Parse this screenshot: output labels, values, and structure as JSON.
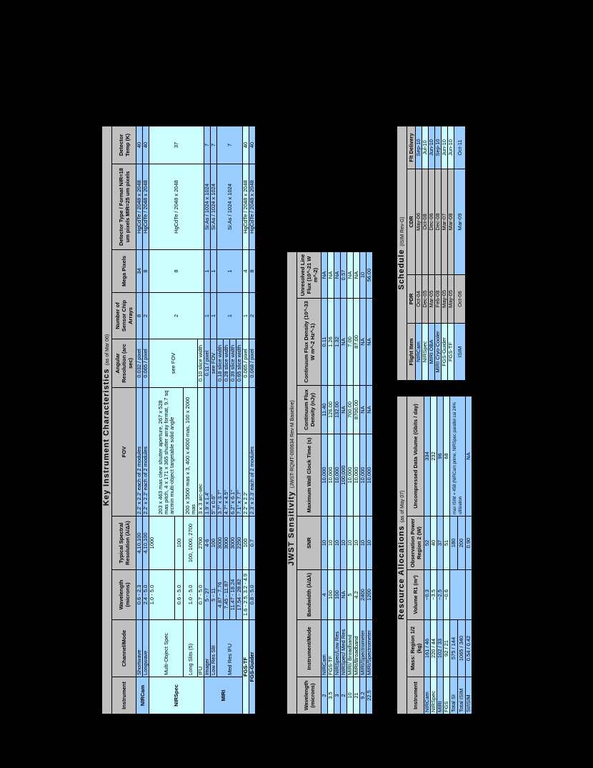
{
  "key_instruments": {
    "title": "Key Instrument Characteristics",
    "subtitle": "(as of Mar 06)",
    "headers": [
      "Instrument",
      "Channel/Mode",
      "Wavelength (microns)",
      "Typical Spectral Resolution (λ/Δλ)",
      "FOV",
      "Angular Resolution (arc sec)",
      "Number of Sensor Chip Arrays",
      "Mega Pixels",
      "Detector Type / Format NIR=18 um pixels MIR=25 um pixels",
      "Detector Temp (K)"
    ],
    "rows": [
      {
        "instrument": "NIRCam",
        "mode": "Shortwave",
        "wavelength": "0.6 - 2.3",
        "resolution": "4,10,100",
        "fov": "2.2' x 2.2' each of 2 modules",
        "angular": "0.032 / pixel",
        "arrays": "8",
        "mpix": "34",
        "detector": "HgCdTe / 2048 x 2048",
        "temp": "40"
      },
      {
        "instrument": "",
        "mode": "Longwave",
        "wavelength": "2.4 - 5.0",
        "resolution": "4,10,100",
        "fov": "2.2' x 2.2' each of 2 modules",
        "angular": "0.065 / pixel",
        "arrays": "2",
        "mpix": "8",
        "detector": "HgCdTe / 2048 x 2048",
        "temp": "40"
      },
      {
        "instrument": "NIRSpec",
        "mode": "Multi-Object Spec",
        "wavelength": "1.0 - 5.0",
        "resolution": "1000",
        "fov": "203 x 463 mas clear shutter aperture, 267 x 528 mas pitch, 4 x 171 x 365 shutter array format, 9.7 sq arcmin multi-object targetable solid angle",
        "angular": "see FOV",
        "arrays": "2",
        "mpix": "8",
        "detector": "HgCdTe / 2048 x 2048",
        "temp": "37"
      },
      {
        "instrument": "",
        "mode": "",
        "wavelength": "0.6 - 5.0",
        "resolution": "100",
        "fov": "",
        "angular": "",
        "arrays": "",
        "mpix": "",
        "detector": "",
        "temp": ""
      },
      {
        "instrument": "",
        "mode": "Long Slits (5)",
        "wavelength": "1.0 - 5.0",
        "resolution": "100, 1000, 2700",
        "fov": "200 x 3500 mas x 3,  400 x 4000 mas, 100 x 2000 mas",
        "angular": "",
        "arrays": "",
        "mpix": "",
        "detector": "",
        "temp": ""
      },
      {
        "instrument": "",
        "mode": "IFU",
        "wavelength": "0.7 - 5.0",
        "resolution": "2700",
        "fov": "3 x 3 arc-sec",
        "angular": "0.10 slice width",
        "arrays": "",
        "mpix": "",
        "detector": "",
        "temp": ""
      },
      {
        "instrument": "MIRI",
        "mode": "Imager",
        "wavelength": "5 - 27",
        "resolution": "4-6",
        "fov": "1.9' x 1.4'",
        "angular": "0.11 / pixel",
        "arrays": "1",
        "mpix": "1",
        "detector": "Si:As / 1024 x 1024",
        "temp": "7"
      },
      {
        "instrument": "",
        "mode": "Low Res Slit",
        "wavelength": "5 - 11",
        "resolution": "100",
        "fov": "5\" x 0.6\"",
        "angular": "see FOV",
        "arrays": "1",
        "mpix": "1",
        "detector": "Si:As / 1024 x 1024",
        "temp": "7"
      },
      {
        "instrument": "",
        "mode": "Med Res IFU",
        "wavelength": "4.87 - 7.76",
        "resolution": "3000",
        "fov": "3.7\" x 3.7\"",
        "angular": "0.18 slice width",
        "arrays": "1",
        "mpix": "1",
        "detector": "Si:As / 1024 x 1024",
        "temp": "7"
      },
      {
        "instrument": "",
        "mode": "",
        "wavelength": "7.45 - 11.87",
        "resolution": "3000",
        "fov": "4.7\" x 4.5\"",
        "angular": "0.28 slice width",
        "arrays": "",
        "mpix": "",
        "detector": "",
        "temp": ""
      },
      {
        "instrument": "",
        "mode": "",
        "wavelength": "11.47 - 18.24",
        "resolution": "3000",
        "fov": "6.2\" x 6.1\"",
        "angular": "0.39 slice width",
        "arrays": "",
        "mpix": "",
        "detector": "",
        "temp": ""
      },
      {
        "instrument": "",
        "mode": "",
        "wavelength": "17.54 - 28.82",
        "resolution": "2250",
        "fov": "7.1\" x 7.7\"",
        "angular": "0.65 slice width",
        "arrays": "",
        "mpix": "",
        "detector": "",
        "temp": ""
      },
      {
        "instrument": "FGS-TF",
        "mode": "",
        "wavelength": "1.6 - 2.5, 3.2 - 4.9",
        "resolution": "100",
        "fov": "2.2' x 2.2'",
        "angular": "0.065 / pixel",
        "arrays": "1",
        "mpix": "4",
        "detector": "HgCdTe / 2048 x 2048",
        "temp": "40"
      },
      {
        "instrument": "FGS-Guider",
        "mode": "",
        "wavelength": "0.8 - 5.0",
        "resolution": "0.7",
        "fov": "2.3' x 2.3' each of 2 modules",
        "angular": "0.068 / pixel",
        "arrays": "2",
        "mpix": "8",
        "detector": "HgCdTe / 2048 x 2048",
        "temp": "40"
      }
    ]
  },
  "sensitivity": {
    "title": "JWST Sensitivity",
    "subtitle": "(JWST-RQMT-000634 Rev-M Baseline)",
    "headers": [
      "Wavelength (microns)",
      "Instrument/Mode",
      "Bandwidth (λ/Δλ)",
      "SNR",
      "Maximum Wall Clock Time (s)",
      "Continuum Flux Density (nJy)",
      "Continuum Flux Density (10^-33 W m^-2 Hz^-1)",
      "Unresolved Line Flux (10^-21 W m^-2)"
    ],
    "rows": [
      [
        "2",
        "NIRCam",
        "4",
        "10",
        "10,000",
        "11.40",
        "0.11",
        "NA"
      ],
      [
        "3.5",
        "FGS-TF",
        "100",
        "10",
        "10,000",
        "126.00",
        "1.26",
        "NA"
      ],
      [
        "3",
        "NIRSpec/Low Res",
        "100",
        "10",
        "10,000",
        "132.00",
        "1.32",
        "NA"
      ],
      [
        "2",
        "NIRSpec/ Med Res",
        "NA",
        "10",
        "100,000",
        "NA",
        "NA",
        "0.57"
      ],
      [
        "10",
        "MIRI/ Broadband",
        "5",
        "10",
        "10,000",
        "700.00",
        "7.00",
        "NA"
      ],
      [
        "21",
        "MIRI/Broadband",
        "4.2",
        "10",
        "10,000",
        "8700.00",
        "87.00",
        "NA"
      ],
      [
        "9.2",
        "MIRI/Spectrometer",
        "2400",
        "10",
        "10,000",
        "NA",
        "NA",
        "10"
      ],
      [
        "22.5",
        "MIRI/Spectrometer",
        "1200",
        "10",
        "10,000",
        "NA",
        "NA",
        "56.00"
      ]
    ]
  },
  "resources": {
    "title": "Resource Allocations",
    "subtitle": "(as of May 07)",
    "headers": [
      "Instrument",
      "Mass: Region 1/2 (kg)",
      "Volume R1 (m³)",
      "Observation Power Region 2 (W)",
      "Uncompressed Data Volume (Gbits / day)"
    ],
    "rows": [
      [
        "NIRCam",
        "161 / 46",
        "~0.3",
        "52",
        "334"
      ],
      [
        "NIRSpec",
        "220 / 44",
        "~3.5",
        "40",
        "232"
      ],
      [
        "MIRI",
        "102 / 33",
        "~2.5",
        "37",
        "96"
      ],
      [
        "FGS",
        "92 / 21",
        "~0.6",
        "51",
        "68"
      ],
      [
        "Total SI",
        "575 / 144",
        "",
        "180",
        "max ISIM = 458 (NIRCam prime, NIRSpec parallel cal 24% utilization"
      ],
      [
        "Total ISIM",
        "1065 / 340",
        "",
        "200",
        ""
      ],
      [
        "SI/ISIM",
        "0.54 / 0.42",
        "",
        "0.90",
        "NA"
      ]
    ]
  },
  "schedule": {
    "title": "Schedule",
    "subtitle": "(ISIM Rev-G)",
    "headers": [
      "Flight Item",
      "PDR",
      "CDR",
      "Flt Delivery"
    ],
    "rows": [
      [
        "NIRCam",
        "Oct-04",
        "May-06",
        "Sep-10"
      ],
      [
        "NIRSpec",
        "Dec-05",
        "Oct-08",
        "Jul-10"
      ],
      [
        "MIRI OBA",
        "Mar-05",
        "Dec-06",
        "Jun-10"
      ],
      [
        "MIRI Cryo-Cooler",
        "Feb-08",
        "Dec-08",
        "Sep-10"
      ],
      [
        "FGS-Guider",
        "May-05",
        "Mar-07",
        "Jun-10"
      ],
      [
        "FGS-TF",
        "May-05",
        "Mar-08",
        "Jun-10"
      ],
      [
        "ISIM",
        "Oct-06",
        "Mar-09",
        "Oct-11"
      ]
    ]
  }
}
